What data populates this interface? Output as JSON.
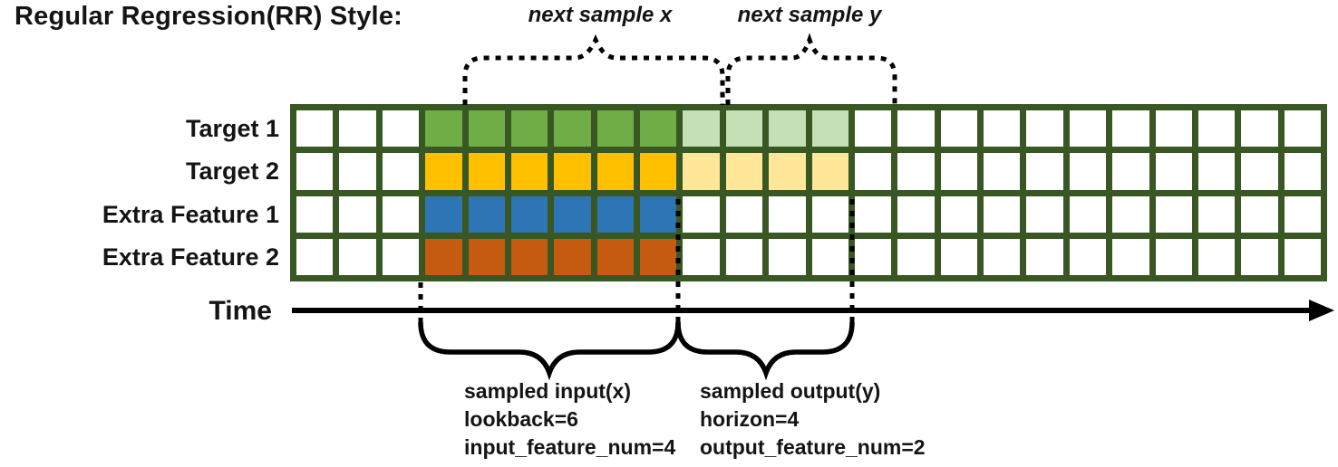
{
  "title": "Regular Regression(RR) Style:",
  "rows": [
    {
      "label": "Target 1",
      "solid": "#70AD47",
      "light": "#C5E0B4"
    },
    {
      "label": "Target 2",
      "solid": "#FFC000",
      "light": "#FFE699"
    },
    {
      "label": "Extra Feature 1",
      "solid": "#2E75B6",
      "light": null
    },
    {
      "label": "Extra Feature 2",
      "solid": "#C55A11",
      "light": null
    }
  ],
  "grid": {
    "num_columns": 24,
    "num_rows": 4,
    "input_col_start": 4,
    "input_col_end": 9,
    "output_col_start": 10,
    "output_col_end": 13,
    "border_color": "#385723",
    "empty_cell_color": "#ffffff"
  },
  "annotations": {
    "next_sample_x": "next sample x",
    "next_sample_y": "next sample y",
    "input_lines": [
      "sampled input(x)",
      "lookback=6",
      "input_feature_num=4"
    ],
    "output_lines": [
      "sampled output(y)",
      "horizon=4",
      "output_feature_num=2"
    ]
  },
  "time_axis_label": "Time",
  "line_color": "#000000"
}
